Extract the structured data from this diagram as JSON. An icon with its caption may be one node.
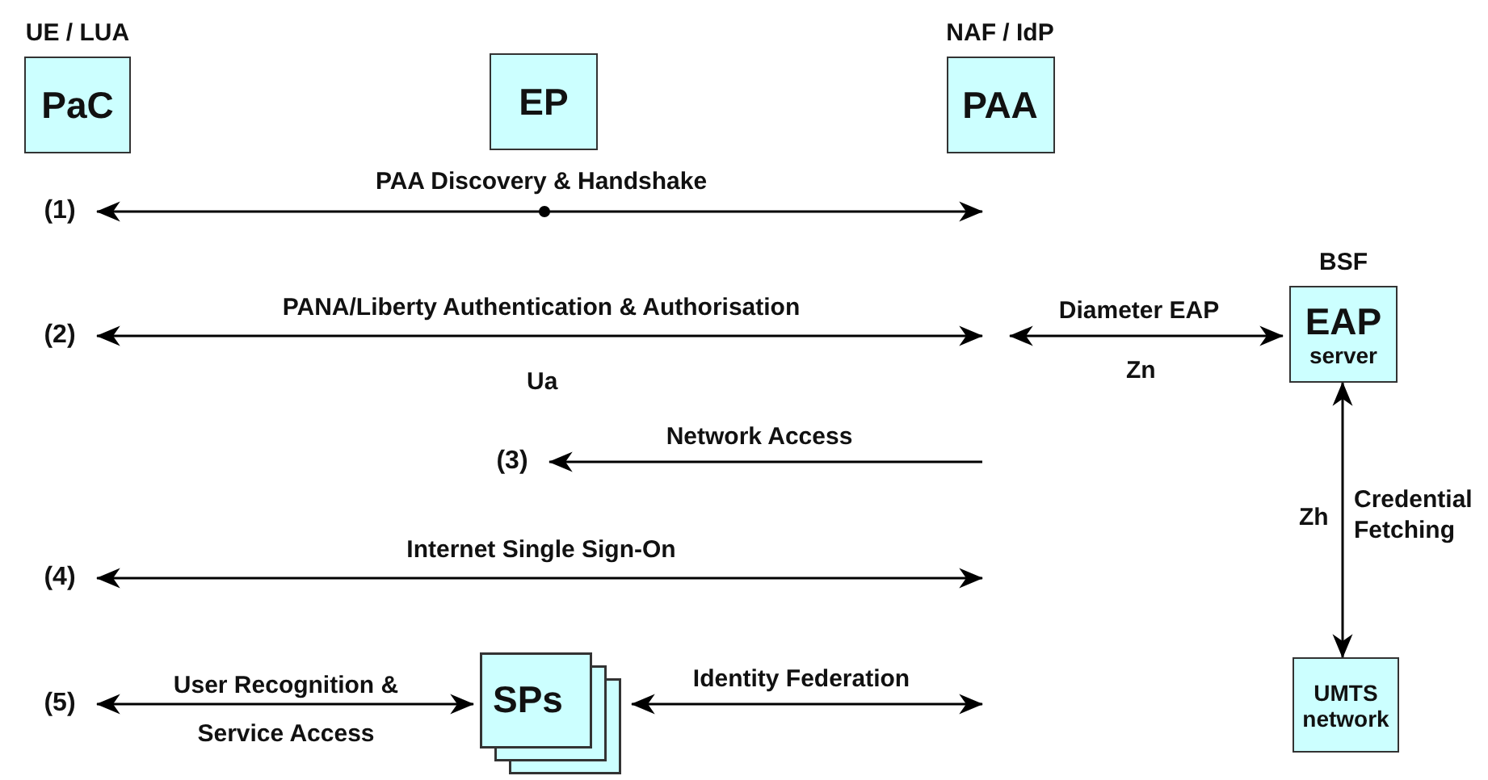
{
  "diagram": {
    "nodes": [
      {
        "text": [
          "UE / LUA",
          "PaC"
        ]
      },
      {
        "text": [
          "EP"
        ]
      },
      {
        "text": [
          "NAF / IdP",
          "PAA"
        ]
      },
      {
        "text": [
          "(1)"
        ]
      },
      {
        "text": [
          "(2)"
        ]
      },
      {
        "text": [
          "BSF",
          "EAP",
          "server"
        ]
      },
      {
        "text": [
          "(3)"
        ]
      },
      {
        "text": [
          "(4)"
        ]
      },
      {
        "text": [
          "(5)"
        ]
      },
      {
        "text": [
          "SPs"
        ]
      },
      {
        "text": [
          "UMTS network"
        ]
      }
    ],
    "edges": [
      {
        "from": null,
        "to": 3,
        "arrow": "both",
        "label": "PAA Discovery & Handshake"
      },
      {
        "from": null,
        "to": 4,
        "arrow": "both",
        "label": "PANA/Liberty Authentication & Authorisation"
      },
      {
        "from": null,
        "to": 5,
        "arrow": "both",
        "label": "Diameter EAP"
      },
      {
        "from": null,
        "to": 6,
        "arrow": "to",
        "label": "Network Access"
      },
      {
        "from": null,
        "to": 7,
        "arrow": "both",
        "label": "Internet Single Sign-On"
      },
      {
        "from": 8,
        "to": 9,
        "arrow": "both",
        "label": "User Recognition & Service Access"
      },
      {
        "from": 9,
        "to": null,
        "arrow": "both",
        "label": "Identity Federation"
      },
      {
        "from": 5,
        "to": 10,
        "arrow": "both",
        "label": "Credential Fetching"
      }
    ],
    "labels": [
      "Ua",
      "Zn",
      "Zh"
    ]
  }
}
